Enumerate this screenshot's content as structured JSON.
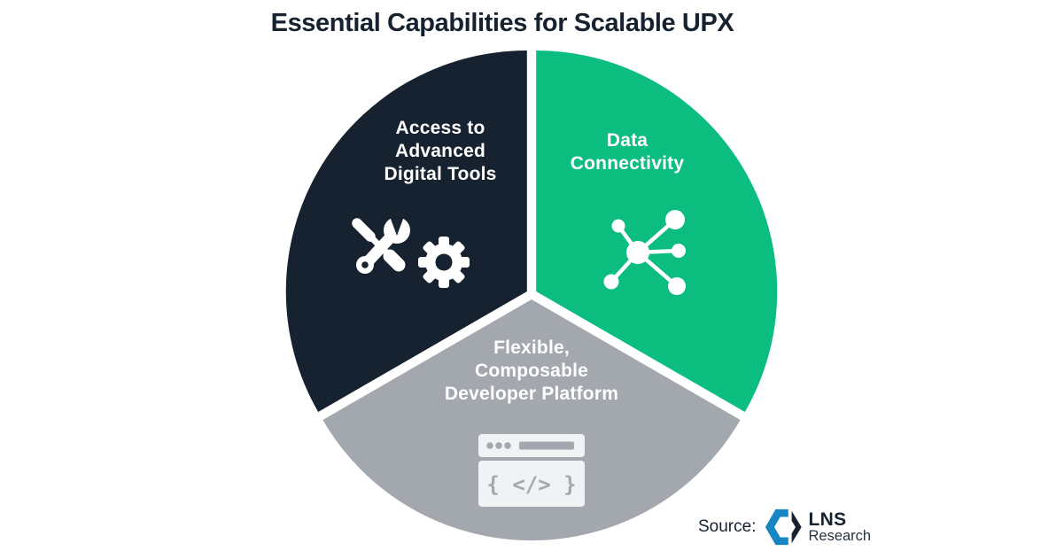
{
  "title": "Essential Capabilities for Scalable UPX",
  "colors": {
    "navy": "#16222f",
    "green": "#0cbd80",
    "gray": "#a3a8af",
    "icon_light": "#f0f2f3",
    "text_light": "#ffffff",
    "logo_blue": "#1787c3"
  },
  "segments": [
    {
      "name": "access-to-advanced-digital-tools",
      "color": "#16222f",
      "icon": "tools-icon",
      "lines": [
        "Access to",
        "Advanced",
        "Digital Tools"
      ]
    },
    {
      "name": "data-connectivity",
      "color": "#0cbd80",
      "icon": "network-icon",
      "lines": [
        "Data",
        "Connectivity"
      ]
    },
    {
      "name": "flexible-composable-developer-platform",
      "color": "#a3a8af",
      "icon": "code-window-icon",
      "lines": [
        "Flexible,",
        "Composable",
        "Developer Platform"
      ]
    }
  ],
  "icons": {
    "code_text": "{ </> }"
  },
  "source": {
    "label": "Source:",
    "brand": "LNS",
    "brand_sub": "Research"
  }
}
